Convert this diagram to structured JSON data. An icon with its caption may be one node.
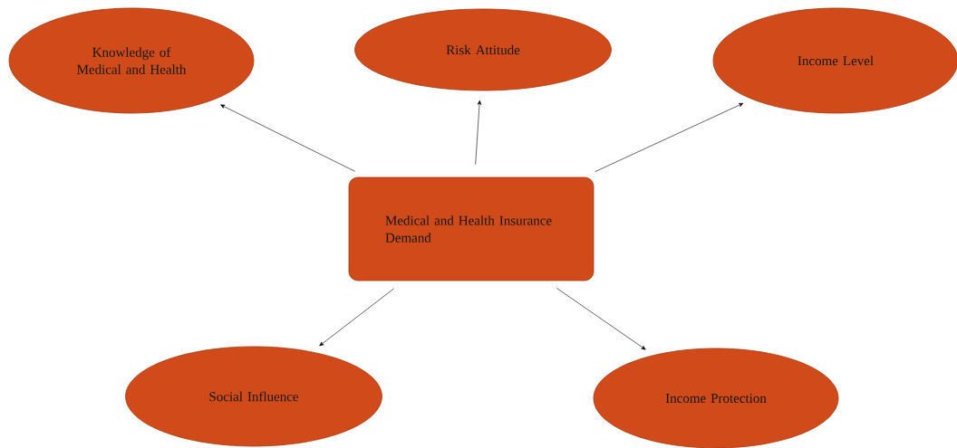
{
  "diagram": {
    "nodes": [
      {
        "text": [
          "Knowledge of Medical and Health"
        ]
      },
      {
        "text": [
          "Risk Attitude"
        ]
      },
      {
        "text": [
          "Income Level"
        ]
      },
      {
        "text": [
          "Medical and Health Insurance Demand"
        ]
      },
      {
        "text": [
          "Social Influence"
        ]
      },
      {
        "text": [
          "Income Protection"
        ]
      }
    ],
    "edges": [
      {
        "from": 3,
        "to": 0,
        "arrow": "to"
      },
      {
        "from": 3,
        "to": 1,
        "arrow": "to"
      },
      {
        "from": 3,
        "to": 2,
        "arrow": "to"
      },
      {
        "from": 3,
        "to": 4,
        "arrow": "to"
      },
      {
        "from": 3,
        "to": 5,
        "arrow": "to"
      }
    ]
  }
}
